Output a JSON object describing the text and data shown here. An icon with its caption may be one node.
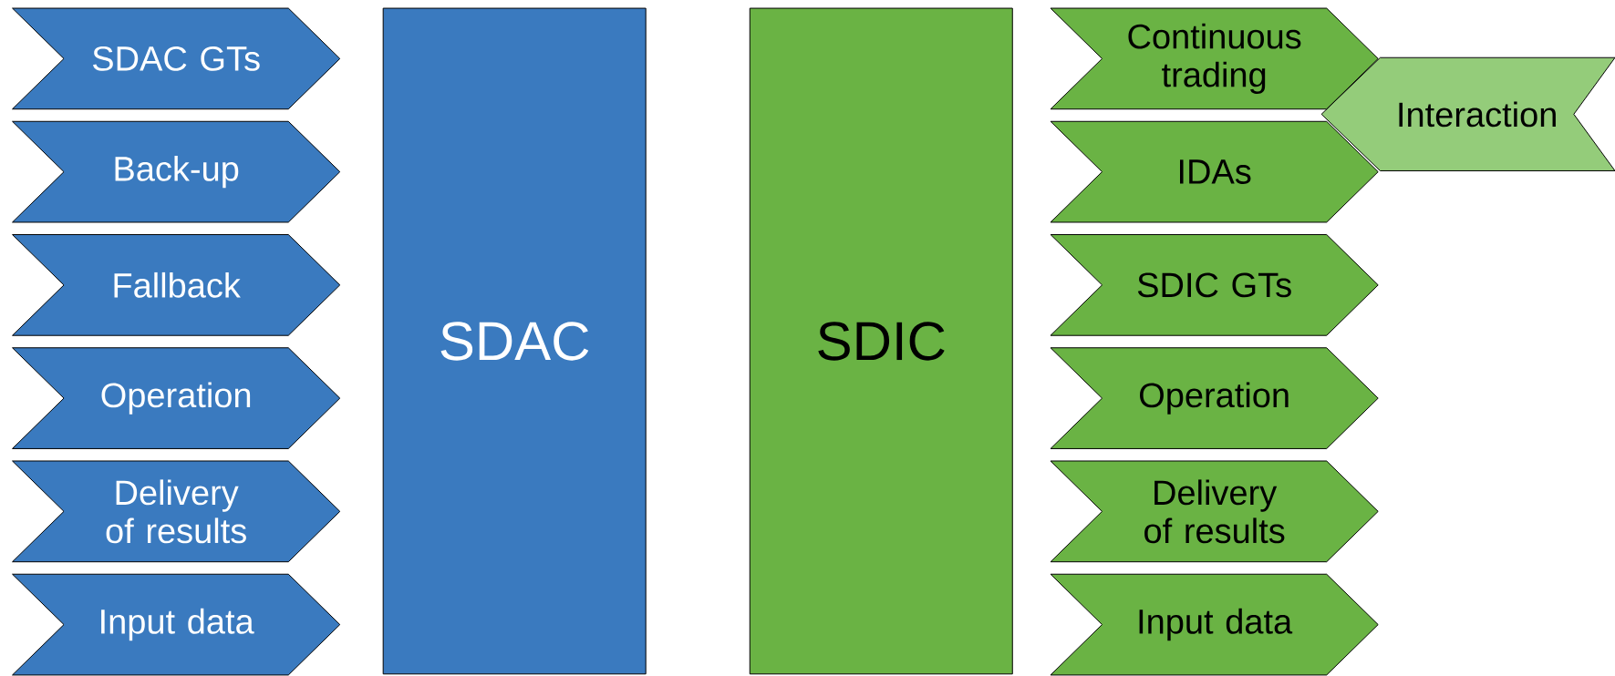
{
  "diagram": {
    "nodes": [
      {
        "text": [
          "SDAC GTs"
        ]
      },
      {
        "text": [
          "Back-up"
        ]
      },
      {
        "text": [
          "Fallback"
        ]
      },
      {
        "text": [
          "Operation"
        ]
      },
      {
        "text": [
          "Delivery of results"
        ]
      },
      {
        "text": [
          "Input data"
        ]
      },
      {
        "text": [
          "SDAC"
        ]
      },
      {
        "text": [
          "SDIC"
        ]
      },
      {
        "text": [
          "Continuous trading"
        ]
      },
      {
        "text": [
          "Interaction"
        ]
      },
      {
        "text": [
          "IDAs"
        ]
      },
      {
        "text": [
          "SDIC GTs"
        ]
      },
      {
        "text": [
          "Operation"
        ]
      },
      {
        "text": [
          "Delivery of results"
        ]
      },
      {
        "text": [
          "Input data"
        ]
      }
    ]
  }
}
